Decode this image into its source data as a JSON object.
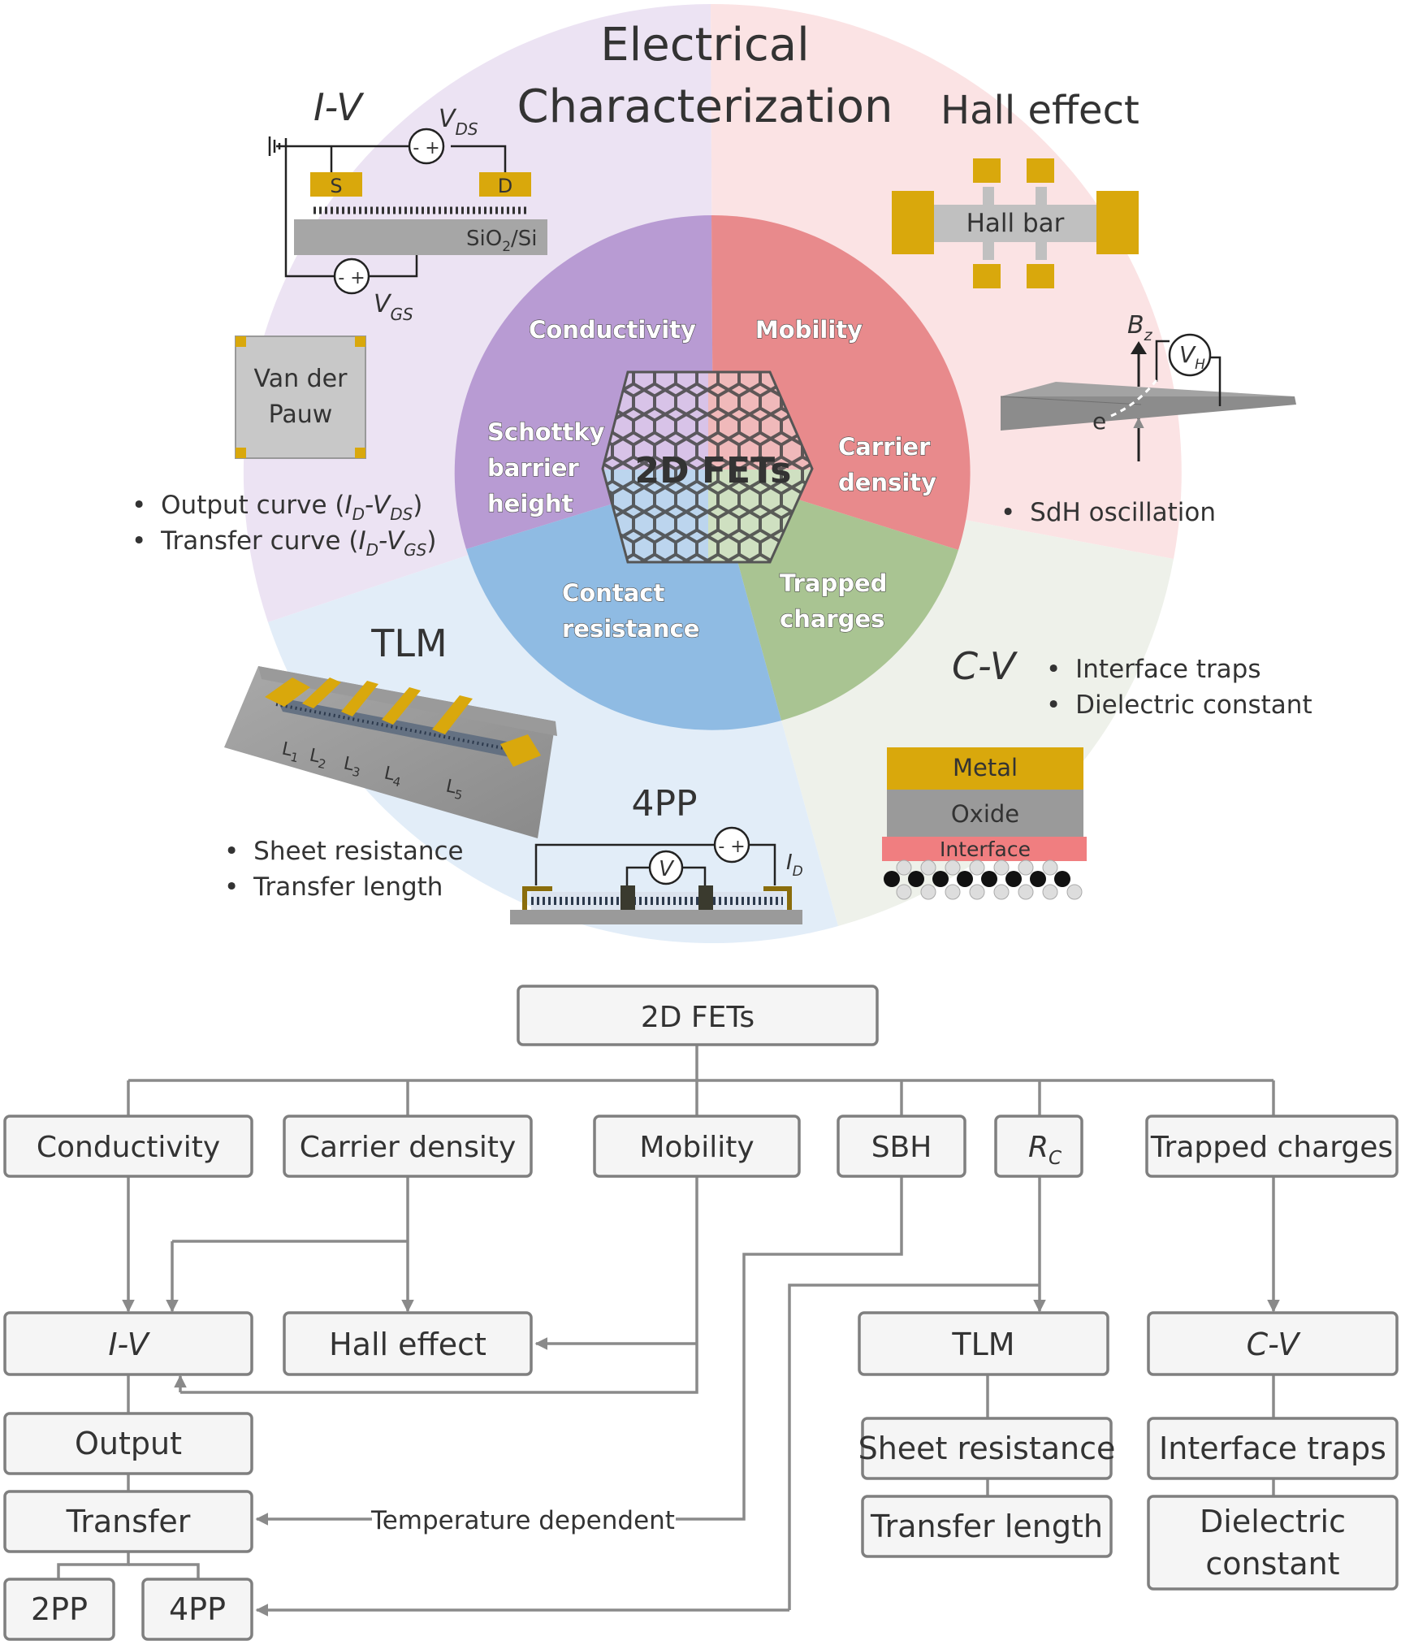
{
  "wheel": {
    "title_line1": "Electrical",
    "title_line2": "Characterization",
    "center_label": "2D FETs",
    "inner_labels": {
      "conductivity": "Conductivity",
      "mobility": "Mobility",
      "sbh_line1": "Schottky",
      "sbh_line2": "barrier",
      "sbh_line3": "height",
      "carrier_line1": "Carrier",
      "carrier_line2": "density",
      "contact_line1": "Contact",
      "contact_line2": "resistance",
      "trapped_line1": "Trapped",
      "trapped_line2": "charges"
    },
    "iv": {
      "heading": "I-V",
      "vds_main": "V",
      "vds_sub": "DS",
      "vgs_main": "V",
      "vgs_sub": "GS",
      "source": "S",
      "drain": "D",
      "substrate": "SiO",
      "substrate_sub": "2",
      "substrate_tail": "/Si",
      "sign": "- +",
      "vdp_line1": "Van der",
      "vdp_line2": "Pauw",
      "bullet1_pre": "Output curve (",
      "bullet1_i": "I",
      "bullet1_isub": "D",
      "bullet1_v": "-V",
      "bullet1_vsub": "DS",
      "bullet1_post": ")",
      "bullet2_pre": "Transfer curve (",
      "bullet2_i": "I",
      "bullet2_isub": "D",
      "bullet2_v": "-V",
      "bullet2_vsub": "GS",
      "bullet2_post": ")"
    },
    "hall": {
      "heading": "Hall effect",
      "hall_bar": "Hall bar",
      "bz_main": "B",
      "bz_sub": "z",
      "vh_main": "V",
      "vh_sub": "H",
      "electron": "e",
      "bullet": "SdH oscillation"
    },
    "tlm": {
      "heading": "TLM",
      "l_labels": [
        "L",
        "L",
        "L",
        "L",
        "L"
      ],
      "l_subs": [
        "1",
        "2",
        "3",
        "4",
        "5"
      ],
      "bullet1": "Sheet resistance",
      "bullet2": "Transfer length"
    },
    "fpp": {
      "heading": "4PP",
      "volt": "V",
      "id_main": "I",
      "id_sub": "D",
      "sign": "- +"
    },
    "cv": {
      "heading": "C-V",
      "bullet1": "Interface traps",
      "bullet2": "Dielectric constant",
      "metal": "Metal",
      "oxide": "Oxide",
      "interface": "Interface"
    },
    "colors": {
      "purple": "#b89bd3",
      "red": "#e88a8c",
      "green": "#a9c492",
      "blue": "#8fbbe3",
      "outer_purple": "#ece3f3",
      "outer_red": "#fbe3e4",
      "outer_green": "#eef1ea",
      "outer_blue": "#e2edf8",
      "gold": "#d9a80c"
    }
  },
  "flowchart": {
    "root": "2D FETs",
    "properties": [
      "Conductivity",
      "Carrier density",
      "Mobility",
      "SBH"
    ],
    "rc_main": "R",
    "rc_sub": "C",
    "trapped": "Trapped charges",
    "iv_method": "I-V",
    "hall_method": "Hall effect",
    "tlm_method": "TLM",
    "cv_method": "C-V",
    "output": "Output",
    "transfer": "Transfer",
    "two_pp": "2PP",
    "four_pp": "4PP",
    "sheet_resistance": "Sheet resistance",
    "transfer_length": "Transfer length",
    "interface_traps": "Interface traps",
    "dielectric_line1": "Dielectric",
    "dielectric_line2": "constant",
    "temperature_dependent": "Temperature dependent"
  }
}
